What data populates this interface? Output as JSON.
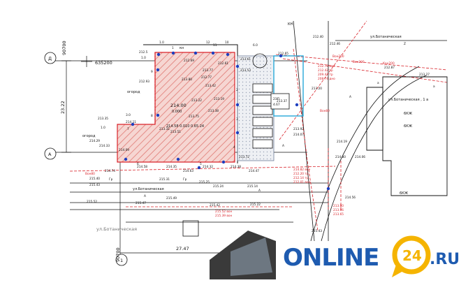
{
  "brand": {
    "name": "ONLINE",
    "badge": "24",
    "tld": ".RU",
    "color": "#1e5bb0",
    "badge_color": "#f5b400"
  },
  "colors": {
    "plot_fill": "#f6d6d2",
    "plot_stroke": "#d9232a",
    "hatch": "#e07a74",
    "parking": "#cfd6e6",
    "accent_blue": "#28a9d8",
    "line": "#111111"
  },
  "axes": {
    "d": "Д",
    "a": "А",
    "one_top": "1",
    "one_bottom": "1",
    "coord_top": "635200",
    "coord_left": "90700",
    "coord_left_bottom": "90700",
    "dim_vertical": "23.22",
    "dim_horizontal": "27.47"
  },
  "streets": {
    "top_right": "ул.Ботаническая",
    "middle": "ул.Ботаническая",
    "lower": "ул.Ботаническая",
    "right_block": "ул.Ботаническая , 1 а"
  },
  "buildings": {
    "kh": "КН",
    "b6k1": "6КЖ",
    "b6k2": "6КЖ",
    "b6k3": "6КЖ"
  },
  "labels": {
    "ogorod1": "огород",
    "ogorod2": "огород",
    "kn": "кн",
    "elev_main": "214.00",
    "elev_sub": "0.000",
    "cadastre": "214.58 0.010 0.65 24",
    "rect_label": "2ЭП",
    "rect_sub": "4.67"
  },
  "elevations_black": [
    "212.5",
    "212.93",
    "213.35",
    "213.31",
    "214.11",
    "214.29",
    "214.33",
    "214.09",
    "214.58",
    "214.35",
    "214.63",
    "214.32",
    "213.75",
    "213.77",
    "213.80",
    "213.42",
    "213.22",
    "213.19",
    "213.38",
    "213.51",
    "215.40",
    "215.43",
    "215.31",
    "215.25",
    "215.24",
    "215.14",
    "215.52",
    "215.49",
    "215.47",
    "215.42",
    "215.22",
    "215.43",
    "213.92",
    "214.07",
    "214.19",
    "214.80",
    "214.06",
    "214.56",
    "213.20",
    "212.40",
    "212.46",
    "212.61",
    "212.87",
    "213.27",
    "213.37",
    "212.65",
    "213.53",
    "213.61",
    "213.72",
    "212.69",
    "212.77",
    "214.47",
    "214.38",
    "214.74"
  ],
  "elevations_red": [
    "212.78 вон",
    "212.42 тр",
    "209.47 тр",
    "208.74 дно",
    "Вон200",
    "Вон200",
    "Кан200",
    "Вон80",
    "Вон80",
    "214.82 вон",
    "212.20 тр",
    "212.14 тр",
    "212.01 вон",
    "215.52 вон",
    "215.39 вон",
    "213.80",
    "213.86",
    "213.65"
  ],
  "small_numbers": [
    "12",
    "11",
    "10",
    "9",
    "8",
    "7",
    "6",
    "5",
    "4",
    "3",
    "2",
    "1",
    "6.0",
    "1.0",
    "1.0",
    "1.0",
    "3.0"
  ],
  "road_letters": [
    "Гр",
    "Гр",
    "А",
    "А",
    "А",
    "А",
    "а",
    "а",
    "Z"
  ]
}
